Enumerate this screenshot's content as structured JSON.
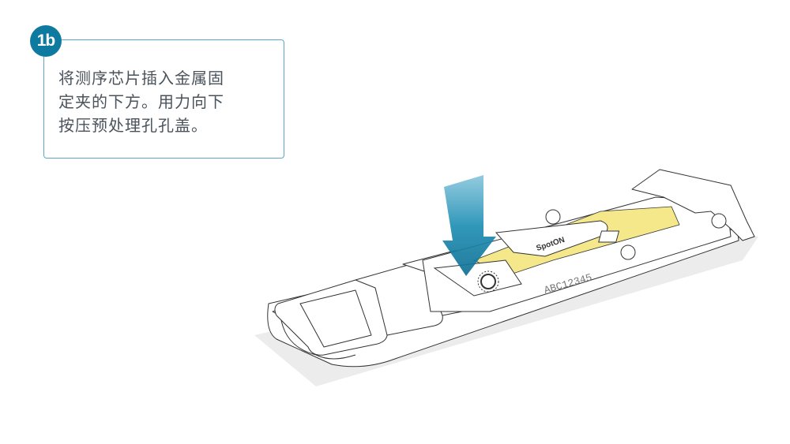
{
  "step": {
    "badge": "1b",
    "instruction_lines": [
      "将测序芯片插入金属固",
      "定夹的下方。用力向下",
      "按压预处理孔孔盖。"
    ]
  },
  "illustration": {
    "flow_cell_brand": "SpotON",
    "flow_cell_id": "ABC12345"
  },
  "colors": {
    "accent": "#0f7aa0",
    "border": "#5aa7c4",
    "chip_yellow": "#f4e88a",
    "text": "#4a535b"
  }
}
